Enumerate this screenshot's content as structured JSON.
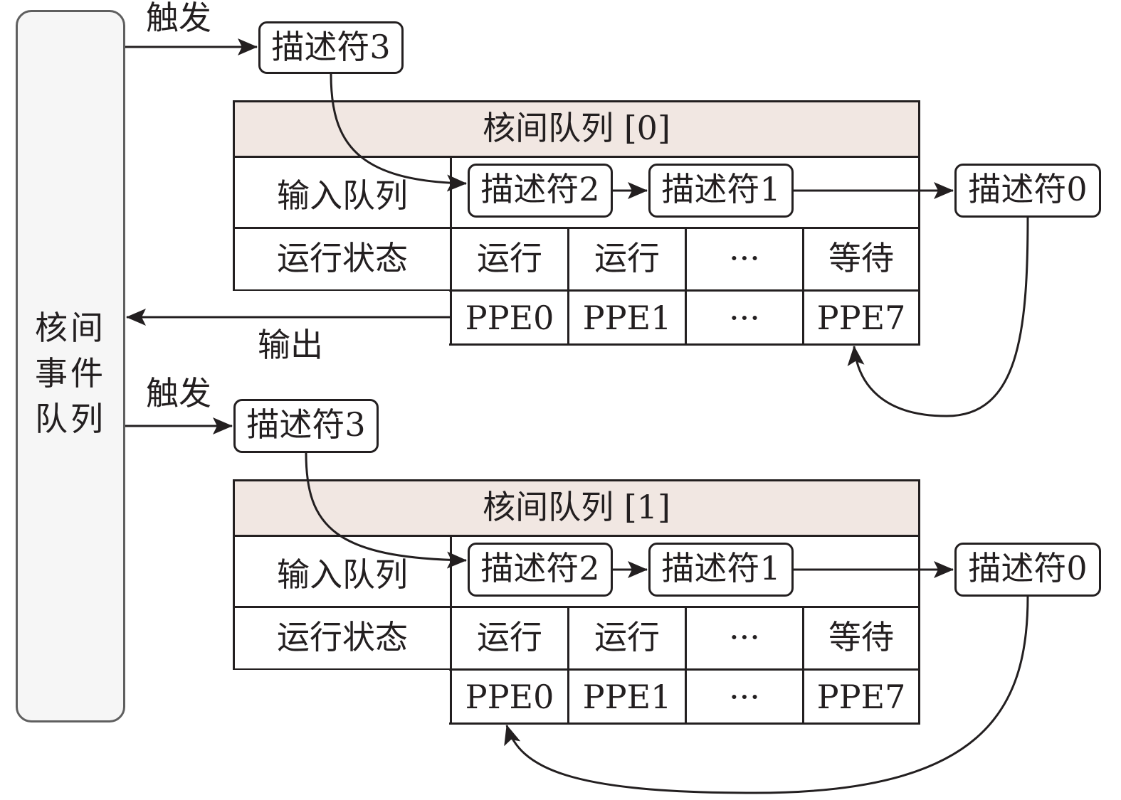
{
  "event_queue": {
    "label": "核间事件队列",
    "lines": [
      "核间",
      "事件",
      "队列"
    ]
  },
  "edge_labels": {
    "trigger": "触发",
    "output": "输出"
  },
  "queues": [
    {
      "title": "核间队列 [0]",
      "trigger_descriptor": "描述符3",
      "row_labels": {
        "input_queue": "输入队列",
        "run_state": "运行状态"
      },
      "input_descriptors": [
        "描述符2",
        "描述符1"
      ],
      "output_descriptor": "描述符0",
      "states": [
        "运行",
        "运行",
        "···",
        "等待"
      ],
      "engines": [
        "PPE0",
        "PPE1",
        "···",
        "PPE7"
      ],
      "feedback_target": "PPE7"
    },
    {
      "title": "核间队列 [1]",
      "trigger_descriptor": "描述符3",
      "row_labels": {
        "input_queue": "输入队列",
        "run_state": "运行状态"
      },
      "input_descriptors": [
        "描述符2",
        "描述符1"
      ],
      "output_descriptor": "描述符0",
      "states": [
        "运行",
        "运行",
        "···",
        "等待"
      ],
      "engines": [
        "PPE0",
        "PPE1",
        "···",
        "PPE7"
      ],
      "feedback_target": "PPE0"
    }
  ],
  "colors": {
    "line": "#231f20",
    "header_fill": "#f1e7e2",
    "event_queue_fill": "#f6f6f6",
    "event_queue_border": "#5f5f5f"
  }
}
